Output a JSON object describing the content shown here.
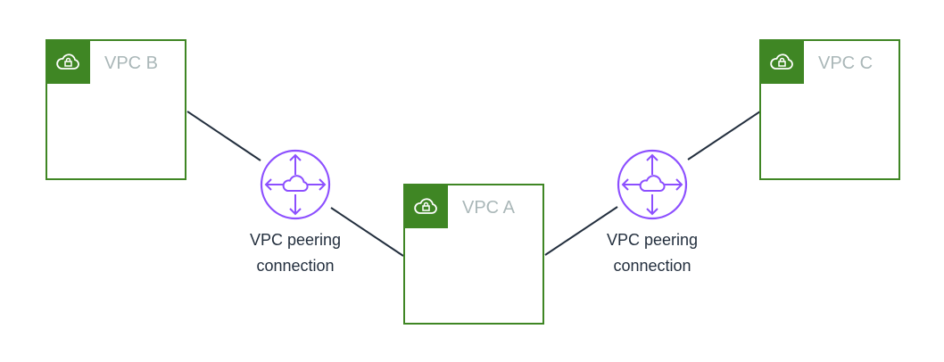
{
  "vpcs": {
    "b": {
      "label": "VPC B",
      "icon": "vpc-cloud-lock-icon"
    },
    "a": {
      "label": "VPC A",
      "icon": "vpc-cloud-lock-icon"
    },
    "c": {
      "label": "VPC C",
      "icon": "vpc-cloud-lock-icon"
    }
  },
  "peerings": {
    "left": {
      "line1": "VPC peering",
      "line2": "connection",
      "icon": "peering-connection-icon"
    },
    "right": {
      "line1": "VPC peering",
      "line2": "connection",
      "icon": "peering-connection-icon"
    }
  },
  "colors": {
    "vpc_green": "#3f8624",
    "vpc_label_gray": "#aab7b8",
    "peering_purple": "#8c4fff",
    "text_dark": "#232f3e",
    "line": "#232f3e"
  }
}
